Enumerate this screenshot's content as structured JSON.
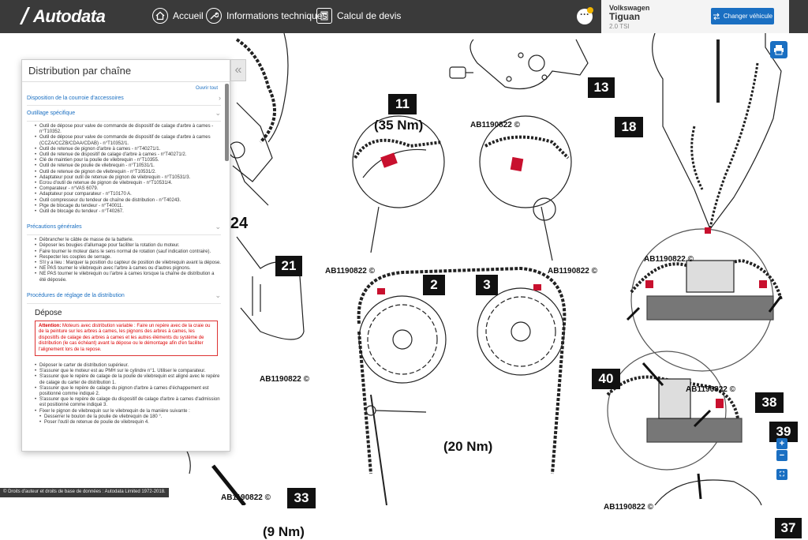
{
  "topbar": {
    "logo": "Autodata",
    "nav": [
      {
        "label": "Accueil",
        "icon": "home-icon"
      },
      {
        "label": "Informations techniques",
        "icon": "wrench-icon"
      },
      {
        "label": "Calcul de devis",
        "icon": "calculator-icon"
      }
    ],
    "notification_icon": "more-dots-icon",
    "vehicle": {
      "make": "Volkswagen",
      "model": "Tiguan",
      "engine": "2.0 TSI"
    },
    "change_vehicle_label": "Changer véhicule"
  },
  "panel": {
    "title": "Distribution par chaîne",
    "open_all": "Ouvrir tout",
    "sections": [
      {
        "title": "Disposition de la courroie d'accessoires"
      },
      {
        "title": "Outillage spécifique",
        "items": [
          "Outil de dépose pour valve de commande de dispositif de calage d'arbre à cames - n°T10352.",
          "Outil de dépose pour valve de commande de dispositif de calage d'arbre à cames (CCZA/CCZB/CDAA/CDAB) - n°T10352/1.",
          "Outil de retenue de pignon d'arbre à cames - n°T40271/1.",
          "Outil de retenue de dispositif de calage d'arbre à cames - n°T40271/2.",
          "Clé de maintien pour la poulie de vilebrequin - n°T10355.",
          "Outil de retenue de poulie de vilebrequin - n°T10531/1.",
          "Outil de retenue de pignon de vilebrequin - n°T10531/2.",
          "Adaptateur pour outil de retenue de pignon de vilebrequin - n°T10531/3.",
          "Ecrou d'outil de retenue de pignon de vilebrequin - n°T10531/4.",
          "Comparateur - n°VAS 6079.",
          "Adaptateur pour comparateur - n°T10170 A.",
          "Outil compresseur du tendeur de chaîne de distribution - n°T40243.",
          "Pige de blocage du tendeur - n°T40011.",
          "Outil de blocage du tendeur - n°T40267."
        ]
      },
      {
        "title": "Précautions générales",
        "items": [
          "Débrancher le câble de masse de la batterie.",
          "Déposer les bougies d'allumage pour faciliter la rotation du moteur.",
          "Faire tourner le moteur dans le sens normal de rotation (sauf indication contraire).",
          "Respecter les couples de serrage.",
          "S'il y a lieu : Marquer la position du capteur de position de vilebrequin avant la dépose.",
          "NE PAS tourner le vilebrequin avec l'arbre à cames ou d'autres pignons.",
          "NE PAS tourner le vilebrequin ou l'arbre à cames lorsque la chaîne de distribution a été déposée."
        ]
      },
      {
        "title": "Procédures de réglage de la distribution"
      }
    ],
    "depose": {
      "title": "Dépose",
      "warning_label": "Attention:",
      "warning_text": "Moteurs avec distribution variable : Faire un repère avec de la craie ou de la peinture sur les arbres à cames, les pignons des arbres à cames, les dispositifs de calage des arbres à cames et les autres éléments du système de distribution (le cas échéant) avant la dépose ou le démontage afin d'en faciliter l'alignement lors de la repose.",
      "steps": [
        "Déposer le carter de distribution supérieur.",
        "S'assurer que le moteur est au PMH sur le cylindre n°1. Utiliser le comparateur.",
        "S'assurer que le repère de calage de la poulie de vilebrequin est aligné avec le repère de calage du carter de distribution 1.",
        "S'assurer que le repère de calage du pignon d'arbre à cames d'échappement est positionné comme indiqué 2.",
        "S'assurer que le repère de calage du dispositif de calage d'arbre à cames d'admission est positionné comme indiqué 3.",
        "Fixer le pignon de vilebrequin sur le vilebrequin de la manière suivante :"
      ],
      "substeps": [
        "Desserrer le boulon de la poulie de vilebrequin de 180 °.",
        "Poser l'outil de retenue de poulie de vilebrequin 4."
      ]
    }
  },
  "diagram": {
    "callouts": [
      "11",
      "13",
      "18",
      "24",
      "21",
      "2",
      "3",
      "40",
      "38",
      "39",
      "33",
      "37"
    ],
    "torques": [
      "(35 Nm)",
      "(20 Nm)",
      "(9 Nm)"
    ],
    "ref_code": "AB1190822 ©"
  },
  "footer": {
    "copyright": "© Droits d'auteur et droits de base de données : Autodata Limited 1972-2018."
  },
  "tools": {
    "zoom_in": "+",
    "zoom_out": "−"
  }
}
